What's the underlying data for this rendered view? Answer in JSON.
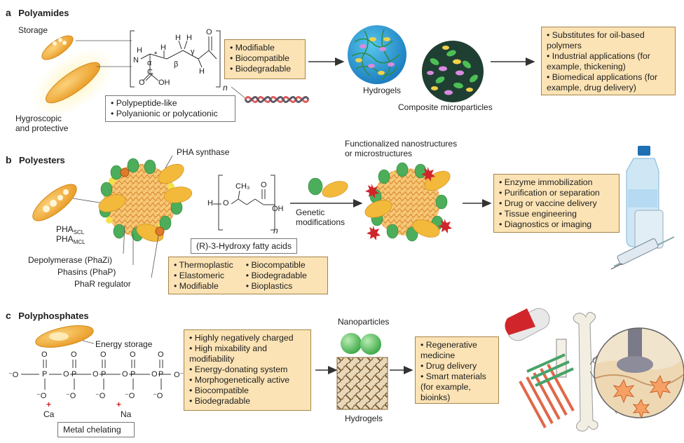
{
  "sections": {
    "a": {
      "letter": "a",
      "title": "Polyamides"
    },
    "b": {
      "letter": "b",
      "title": "Polyesters"
    },
    "c": {
      "letter": "c",
      "title": "Polyphosphates"
    }
  },
  "polyamides": {
    "labels": {
      "storage": "Storage",
      "hygroscopic": "Hygroscopic\nand protective",
      "hydrogels": "Hydrogels",
      "composite": "Composite microparticles",
      "n": "n"
    },
    "chem": {
      "nh": "N",
      "h_n": "H",
      "alpha": "α",
      "beta": "β",
      "gamma": "γ",
      "h1": "H",
      "h2": "H",
      "h3": "H",
      "h4": "H",
      "h5": "H",
      "o_top": "O",
      "c_bottom": "C",
      "o_bottom": "O",
      "oh": "OH",
      "star": "*"
    },
    "properties": [
      "Modifiable",
      "Biocompatible",
      "Biodegradable"
    ],
    "features": [
      "Polypeptide-like",
      "Polyanionic or polycationic"
    ],
    "applications": [
      "Substitutes for oil-based polymers",
      "Industrial applications (for example, thickening)",
      "Biomedical applications (for example, drug delivery)"
    ]
  },
  "polyesters": {
    "labels": {
      "pha_synthase": "PHA synthase",
      "pha_scl": "PHA",
      "scl": "SCL",
      "pha_mcl": "PHA",
      "mcl": "MCL",
      "depolymerase": "Depolymerase (PhaZi)",
      "phasins": "Phasins (PhaP)",
      "phar": "PhaR regulator",
      "functionalized": "Functionalized nanostructures\nor microstructures",
      "genetic": "Genetic\nmodifications",
      "hydroxy": "(R)-3-Hydroxy fatty acids",
      "n": "n"
    },
    "chem": {
      "h": "H",
      "o": "O",
      "ch3": "CH₃",
      "o_top": "O",
      "oh": "OH"
    },
    "properties_left": [
      "Thermoplastic",
      "Elastomeric",
      "Modifiable"
    ],
    "properties_right": [
      "Biocompatible",
      "Biodegradable",
      "Bioplastics"
    ],
    "applications": [
      "Enzyme immobilization",
      "Purification or separation",
      "Drug or vaccine delivery",
      "Tissue engineering",
      "Diagnostics or imaging"
    ]
  },
  "polyphosphates": {
    "labels": {
      "energy": "Energy storage",
      "ca": "Ca",
      "na": "Na",
      "metal": "Metal chelating",
      "nanoparticles": "Nanoparticles",
      "hydrogels": "Hydrogels"
    },
    "properties": [
      "Highly negatively charged",
      "High mixability and modifiability",
      "Energy-donating system",
      "Morphogenetically active",
      "Biocompatible",
      "Biodegradable"
    ],
    "applications": [
      "Regenerative medicine",
      "Drug delivery",
      "Smart materials (for example, bioinks)"
    ]
  },
  "colors": {
    "box_fill": "#fbe3b5",
    "bacterium": "#f3b33f",
    "arrow": "#333333",
    "green": "#5cb85c",
    "red": "#d0262b"
  }
}
